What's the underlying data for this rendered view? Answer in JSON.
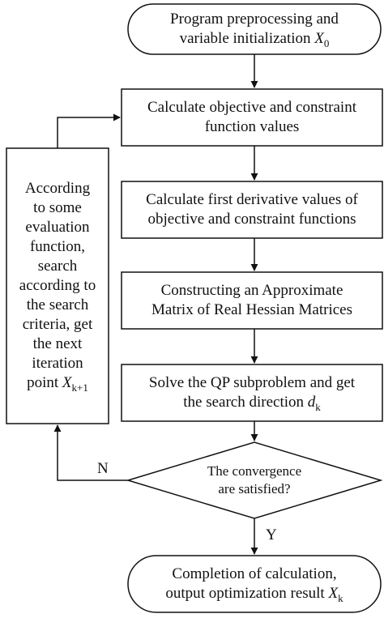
{
  "nodes": {
    "start": {
      "line1": "Program preprocessing and",
      "line2_prefix": "variable initialization ",
      "var": "X",
      "sub": "0"
    },
    "calc_values": {
      "line1": "Calculate objective and constraint",
      "line2": "function values"
    },
    "derivatives": {
      "line1": "Calculate first derivative values of",
      "line2": "objective and constraint functions"
    },
    "hessian": {
      "line1": "Constructing an Approximate",
      "line2": "Matrix of Real Hessian Matrices"
    },
    "qp": {
      "line1": "Solve the QP subproblem and get",
      "line2_prefix": "the search direction ",
      "var": "d",
      "sub": "k"
    },
    "search": {
      "lines": [
        "According",
        "to some",
        "evaluation",
        "function,",
        "search",
        "according to",
        "the search",
        "criteria, get",
        "the next",
        "iteration"
      ],
      "last_prefix": "point ",
      "var": "X",
      "sub": "k+1"
    },
    "decision": {
      "line1": "The convergence",
      "line2": "are satisfied?"
    },
    "end": {
      "line1": "Completion of calculation,",
      "line2_prefix": "output optimization result ",
      "var": "X",
      "sub": "k"
    }
  },
  "edge_labels": {
    "no": "N",
    "yes": "Y"
  }
}
